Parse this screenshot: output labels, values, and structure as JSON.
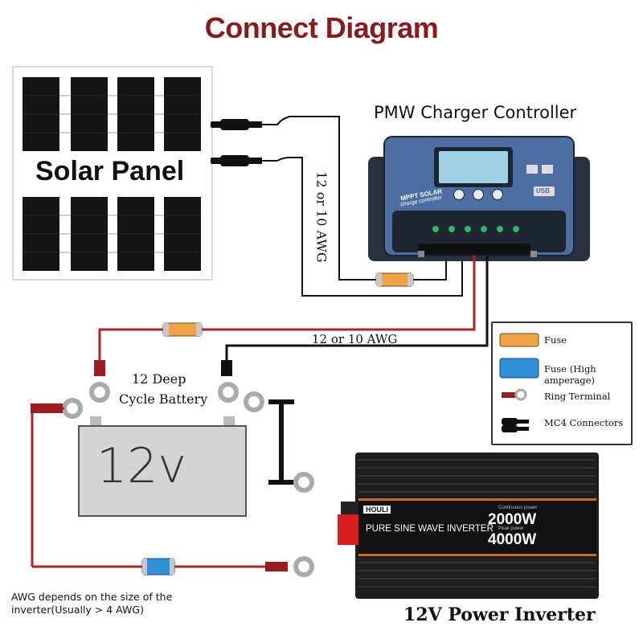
{
  "title": "Connect Diagram",
  "solar_panel": {
    "label": "Solar Panel"
  },
  "controller": {
    "title": "PMW Charger Controller",
    "brand_line1": "MPPT SOLAR",
    "brand_line2": "charge controller",
    "usb_label": "USB"
  },
  "wires": {
    "awg_vertical": "12 or 10 AWG",
    "awg_horizontal": "12 or 10 AWG"
  },
  "battery": {
    "label_line1": "12 Deep",
    "label_line2": "Cycle Battery",
    "voltage": "12v"
  },
  "awg_note": {
    "line1": "AWG depends on the size of the",
    "line2": "inverter(Usually > 4 AWG)"
  },
  "inverter": {
    "title": "12V Power Inverter",
    "brand": "HOULI",
    "model_text": "PURE SINE WAVE INVERTER",
    "continuous_power": "2000W",
    "peak_power": "4000W",
    "continuous_label": "Continuous power",
    "peak_label": "Peak power"
  },
  "legend": {
    "items": [
      {
        "label": "Fuse",
        "icon": "fuse-orange",
        "color": "#e89a3c"
      },
      {
        "label": "Fuse (High amperage)",
        "icon": "fuse-blue",
        "color": "#2f8fd8"
      },
      {
        "label": "Ring Terminal",
        "icon": "ring-terminal",
        "color": "#9b1c1c"
      },
      {
        "label": "MC4 Connectors",
        "icon": "mc4-connector",
        "color": "#111111"
      }
    ]
  },
  "colors": {
    "title": "#8b1a1a",
    "positive_wire": "#b22222",
    "negative_wire": "#111111"
  }
}
